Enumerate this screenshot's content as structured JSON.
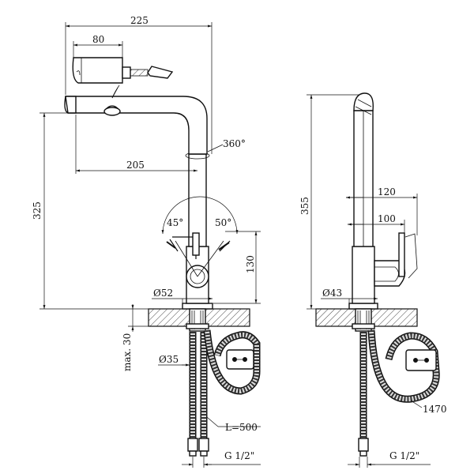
{
  "left_view": {
    "dim_width": "225",
    "dim_spray": "80",
    "dim_spout_reach": "205",
    "dim_rotation": "360°",
    "dim_height": "325",
    "dim_angle_left": "45°",
    "dim_angle_right": "50°",
    "dim_body_height": "130",
    "dim_body_diameter": "Ø52",
    "dim_max_thickness": "max. 30",
    "dim_shank_diameter": "Ø35",
    "dim_hose_length": "L=500",
    "dim_thread": "G 1/2\""
  },
  "right_view": {
    "dim_height": "355",
    "dim_lever_reach": "120",
    "dim_body_reach": "100",
    "dim_body_diameter": "Ø43",
    "dim_pullout_hose": "1470",
    "dim_thread": "G 1/2\""
  }
}
